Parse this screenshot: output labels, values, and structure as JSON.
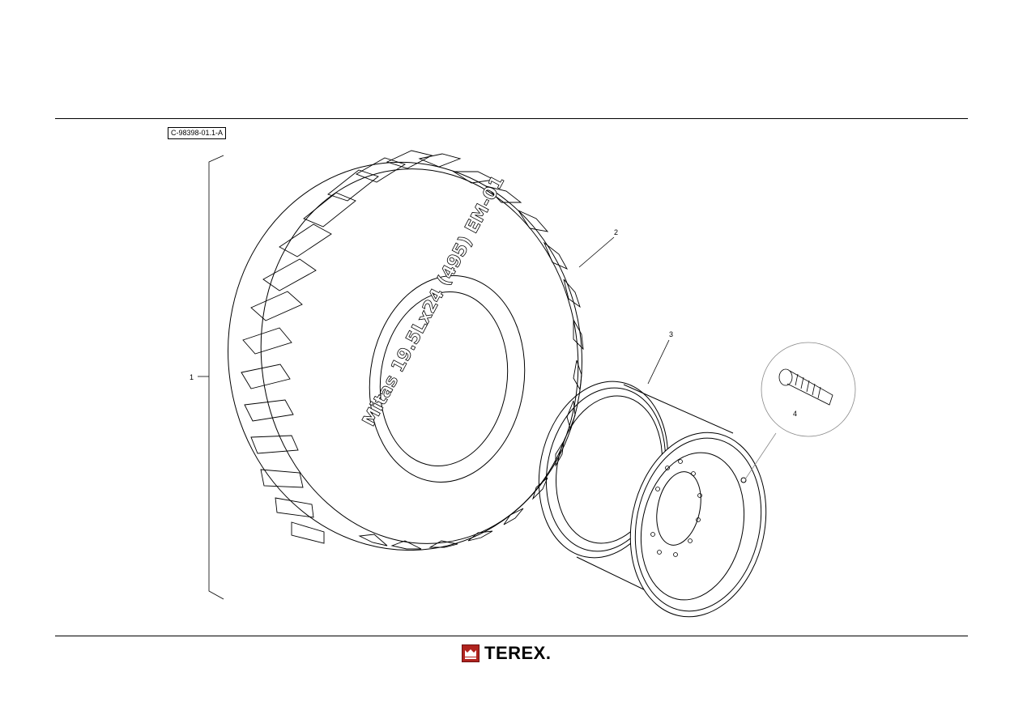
{
  "drawing_id": "C-98398-01.1-A",
  "callouts": {
    "item1": "1",
    "item2": "2",
    "item3": "3",
    "item4": "4"
  },
  "tire_sidewall_text": "Mitas 19.5Lx24 (495) EM-01",
  "footer": {
    "brand": "TEREX.",
    "brand_color": "#b0231e"
  }
}
